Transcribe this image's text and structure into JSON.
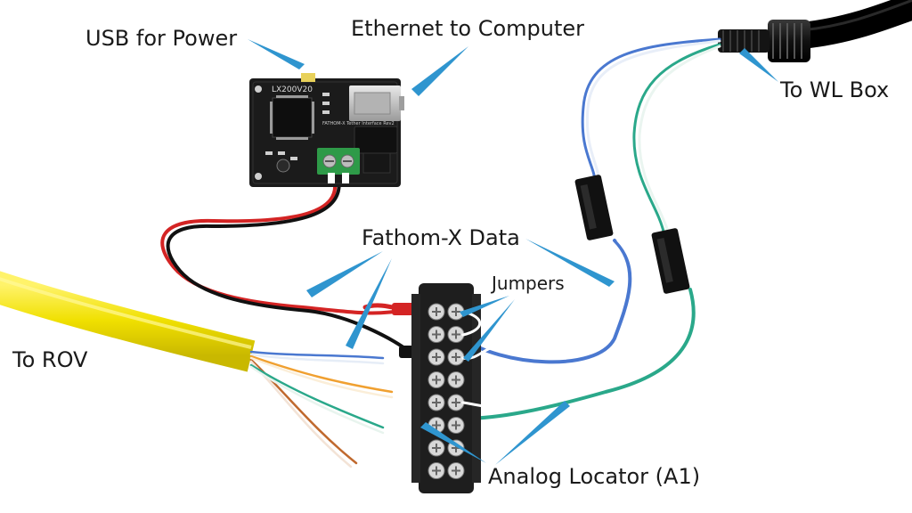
{
  "labels": {
    "usb_power": "USB for Power",
    "ethernet": "Ethernet to Computer",
    "wl_box": "To WL Box",
    "fathom_data": "Fathom-X Data",
    "jumpers": "Jumpers",
    "rov": "To ROV",
    "analog_locator": "Analog Locator (A1)"
  },
  "board": {
    "part_number": "LX200V20",
    "silkscreen": "FATHOM-X Tether Interface Rev2"
  },
  "colors": {
    "callout_line": "#2f95cf",
    "board": "#1b1b1b",
    "terminal_block": "#1e1e1e",
    "yellow_cable": "#f0e000",
    "green_connector": "#2e9a48",
    "red_wire": "#d42424",
    "blue_wire": "#4a78d0",
    "green_wire": "#2aa88a"
  },
  "icons": {
    "ethernet_port": "rj45-port-icon",
    "screw": "screw-terminal-icon"
  }
}
